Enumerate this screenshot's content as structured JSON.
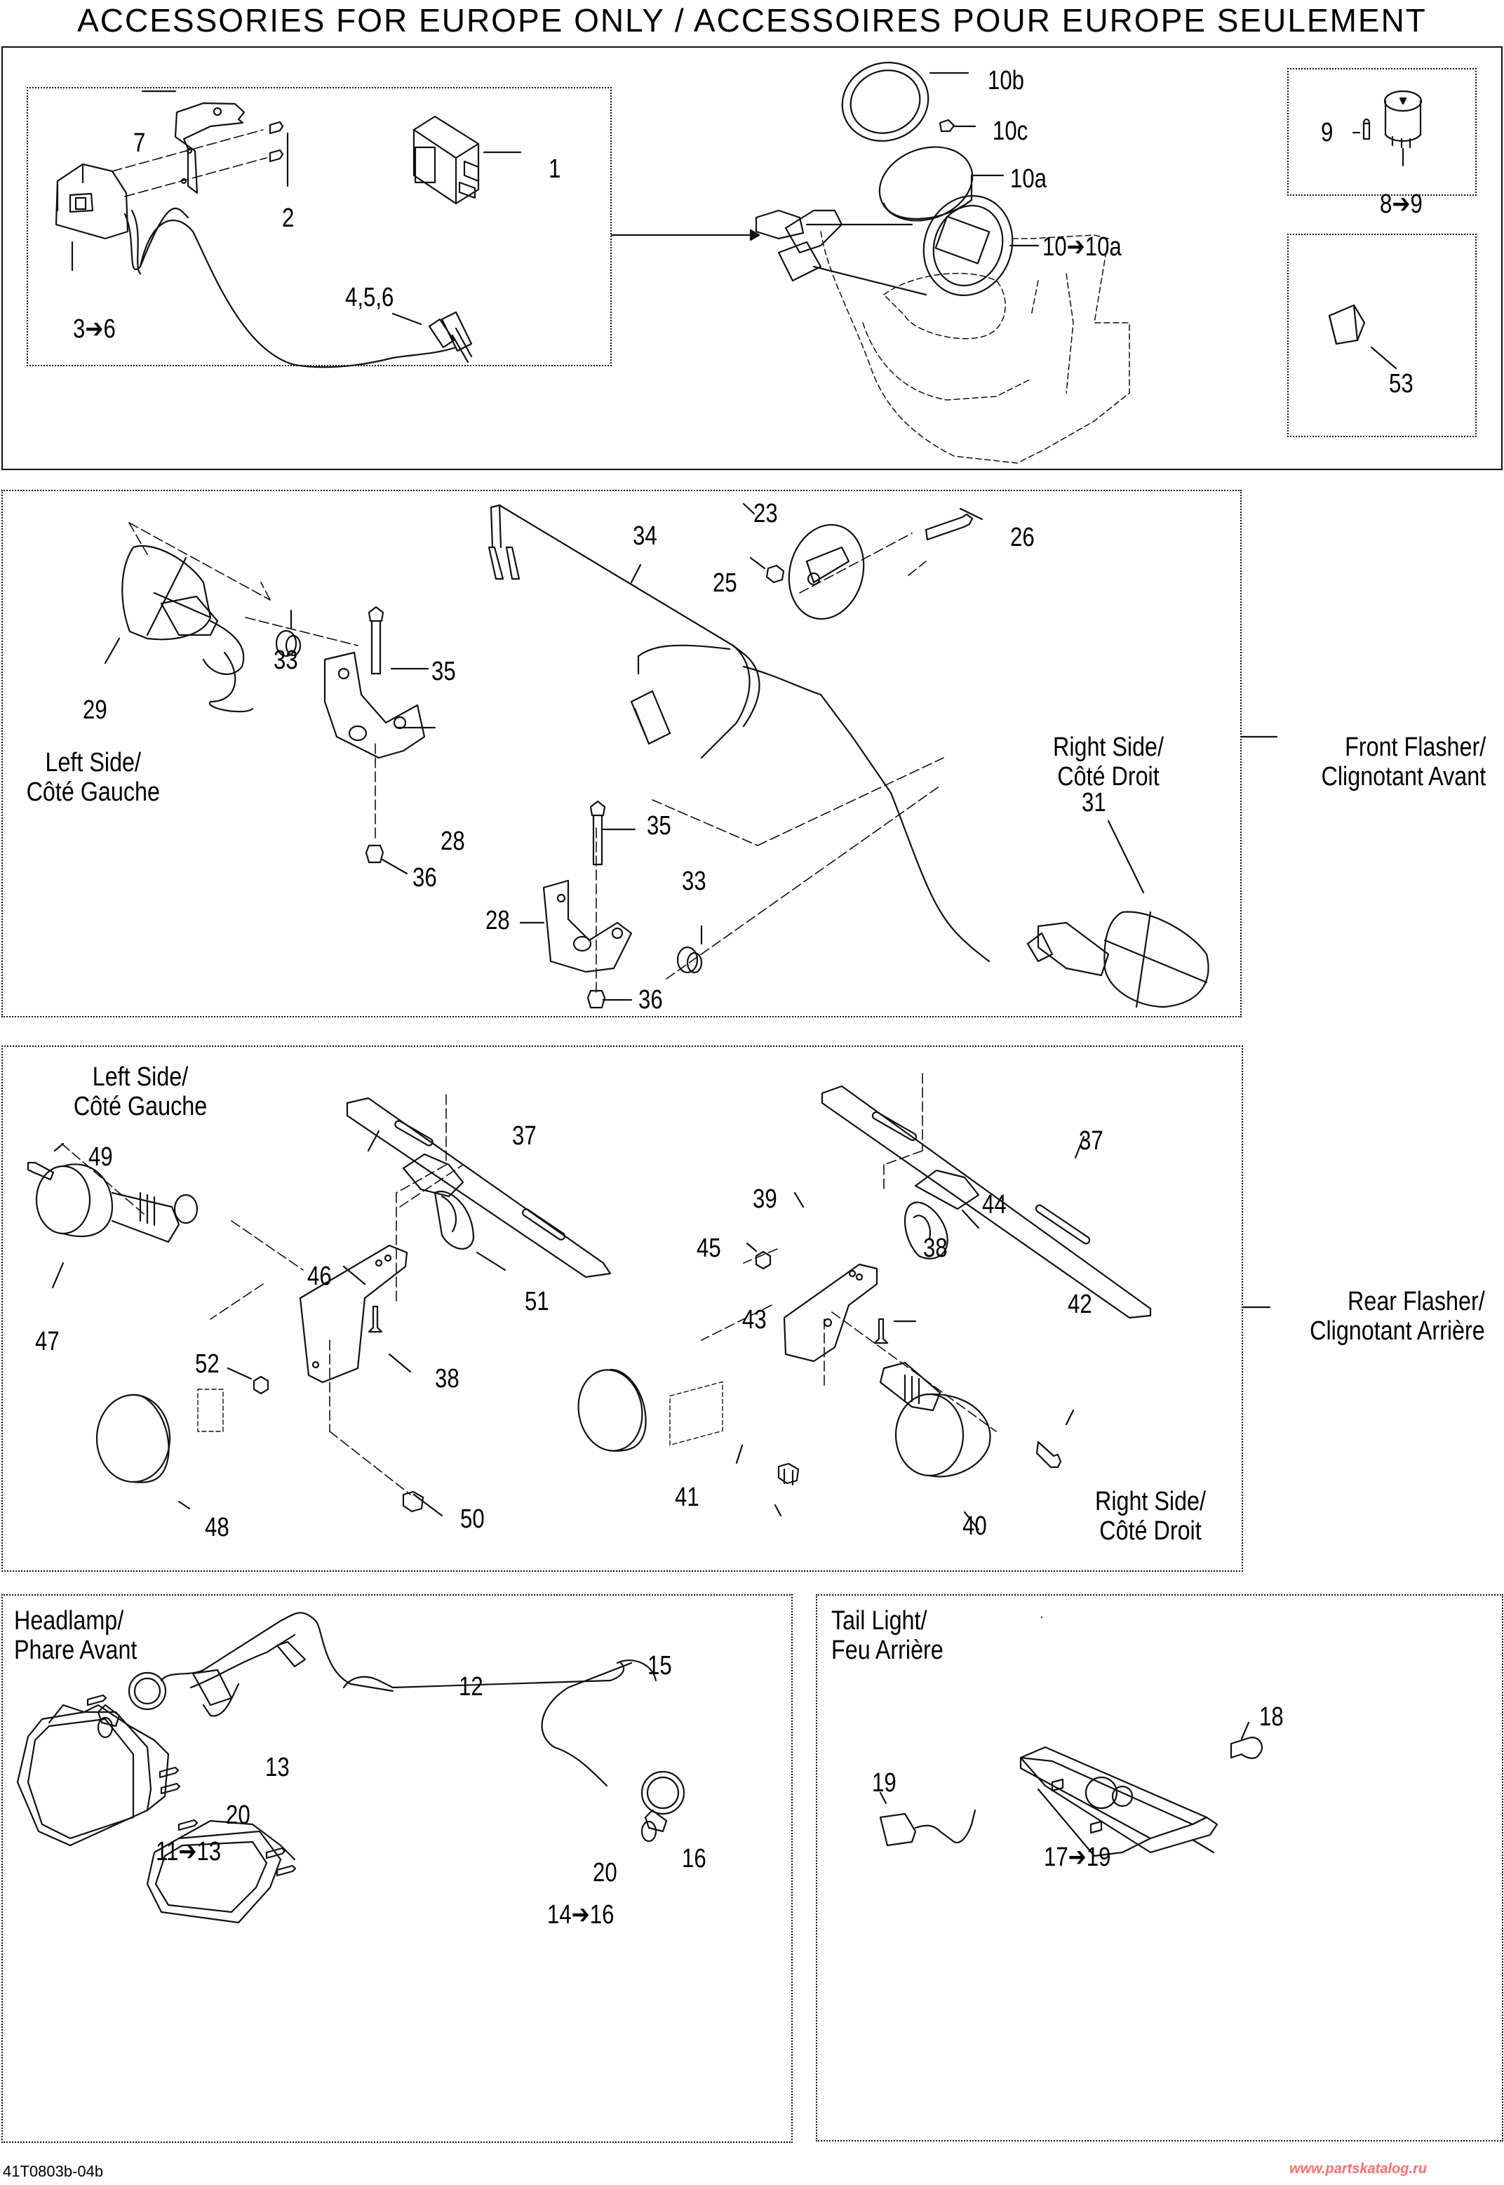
{
  "title": "ACCESSORIES FOR EUROPE ONLY / ACCESSOIRES POUR EUROPE SEULEMENT",
  "sections": {
    "dashboard": {
      "labels": [
        "1",
        "2",
        "3➔6",
        "4,5,6",
        "7",
        "10b",
        "10c",
        "10a",
        "10➔10a",
        "9",
        "8➔9",
        "53"
      ]
    },
    "front_flasher": {
      "group_label": "Front Flasher/\nClignotant Avant",
      "group_label_line1": "Front Flasher/",
      "group_label_line2": "Clignotant Avant",
      "left_side_line1": "Left Side/",
      "left_side_line2": "Côté Gauche",
      "right_side_line1": "Right Side/",
      "right_side_line2": "Côté Droit",
      "labels": [
        "23",
        "26",
        "25",
        "34",
        "33",
        "35",
        "29",
        "28",
        "36",
        "35",
        "33",
        "28",
        "36",
        "31"
      ]
    },
    "rear_flasher": {
      "group_label_line1": "Rear Flasher/",
      "group_label_line2": "Clignotant Arrière",
      "left_side_line1": "Left Side/",
      "left_side_line2": "Côté Gauche",
      "right_side_line1": "Right Side/",
      "right_side_line2": "Côté Droit",
      "labels": [
        "49",
        "37",
        "46",
        "51",
        "47",
        "52",
        "38",
        "48",
        "50",
        "37",
        "39",
        "44",
        "45",
        "38",
        "43",
        "41",
        "42",
        "40"
      ]
    },
    "headlamp": {
      "title_line1": "Headlamp/",
      "title_line2": "Phare Avant",
      "labels": [
        "12",
        "15",
        "13",
        "20",
        "11➔13",
        "16",
        "20",
        "14➔16"
      ]
    },
    "tail_light": {
      "title_line1": "Tail Light/",
      "title_line2": "Feu Arrière",
      "labels": [
        "18",
        "19",
        "17➔19"
      ]
    }
  },
  "footer": {
    "drawing_code": "41T0803b-04b",
    "watermark": "www.partskatalog.ru"
  },
  "colors": {
    "line": "#111111",
    "background": "#fdfefd",
    "watermark": "#ff7070"
  }
}
